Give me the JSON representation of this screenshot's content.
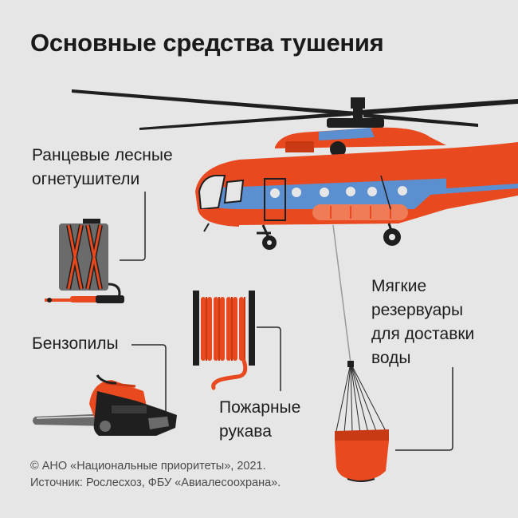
{
  "title": "Основные средства тушения",
  "labels": {
    "backpack": [
      "Ранцевые лесные",
      "огнетушители"
    ],
    "chainsaw": [
      "Бензопилы"
    ],
    "hose": [
      "Пожарные",
      "рукава"
    ],
    "reservoir": [
      "Мягкие",
      "резервуары",
      "для доставки",
      "воды"
    ]
  },
  "footer": {
    "copyright": "© АНО «Национальные приоритеты», 2021.",
    "source": "Источник: Рослесхоз, ФБУ «Авиалесоохрана»."
  },
  "colors": {
    "background": "#e6e6e6",
    "helicopter_orange": "#e8491f",
    "helicopter_blue": "#5b8fcf",
    "dark": "#1f1f1f",
    "gray_body": "#6b6b6b"
  },
  "icons": [
    "helicopter-icon",
    "backpack-extinguisher-icon",
    "chainsaw-icon",
    "fire-hose-reel-icon",
    "water-bucket-icon"
  ]
}
